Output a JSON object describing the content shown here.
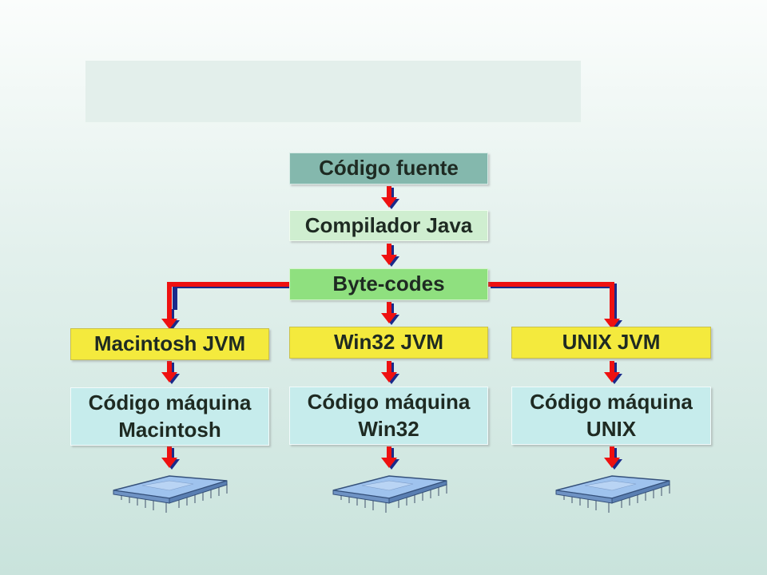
{
  "nodes": {
    "source": "Código fuente",
    "compiler": "Compilador Java",
    "bytecode": "Byte-codes",
    "jvm_mac": "Macintosh JVM",
    "jvm_win": "Win32 JVM",
    "jvm_unix": "UNIX JVM",
    "mc_mac": "Código máquina\nMacintosh",
    "mc_win": "Código máquina\nWin32",
    "mc_unix": "Código máquina\nUNIX"
  },
  "colors": {
    "arrow": "#ee1111",
    "arrow_shadow": "#1a2a8a",
    "source_box": "#84b8ad",
    "compiler_box": "#cfeed0",
    "bytecode_box": "#8fe07f",
    "jvm_box": "#f4ea3d",
    "machine_code_box": "#c6ecec",
    "chip": "#9fc3ee"
  },
  "icons": [
    "microchip-icon",
    "microchip-icon",
    "microchip-icon"
  ]
}
